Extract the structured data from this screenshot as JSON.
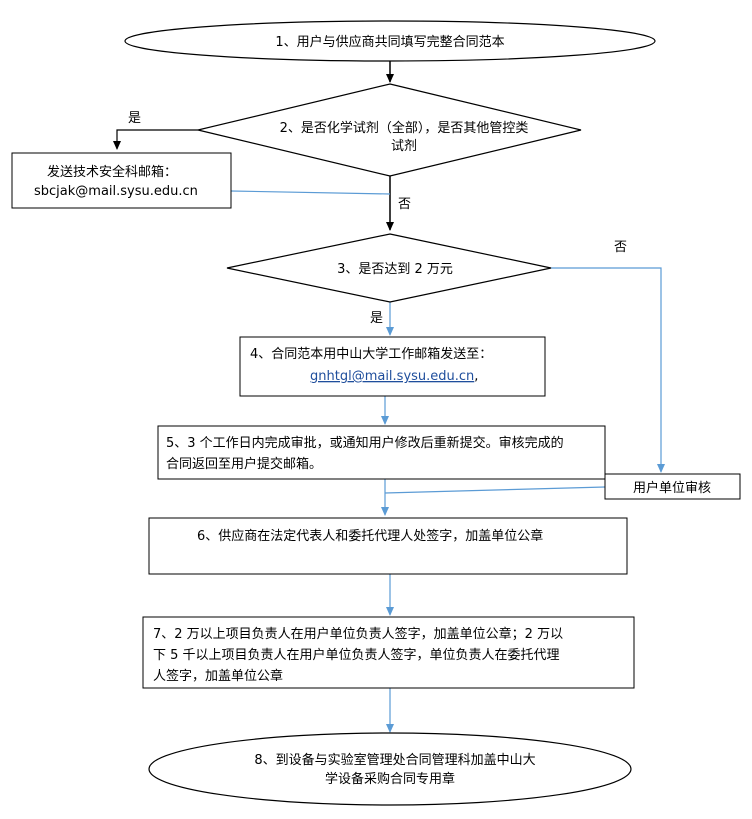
{
  "flow": {
    "step1": {
      "text": "1、用户与供应商共同填写完整合同范本"
    },
    "step2": {
      "line1": "2、是否化学试剂（全部），是否其他管控类",
      "line2": "试剂"
    },
    "branch_yes_1": "是",
    "tech_box": {
      "line1": "发送技术安全科邮箱：",
      "line2": "sbcjak@mail.sysu.edu.cn"
    },
    "branch_no_1": "否",
    "step3": {
      "text": "3、是否达到 2 万元"
    },
    "branch_no_2": "否",
    "branch_yes_2": "是",
    "step4": {
      "line1": "4、合同范本用中山大学工作邮箱发送至：",
      "email": "gnhtgl@mail.sysu.edu.cn",
      "suffix": ","
    },
    "step5": {
      "line1": "5、3 个工作日内完成审批，或通知用户修改后重新提交。审核完成的",
      "line2": "合同返回至用户提交邮箱。"
    },
    "unit_review": {
      "text": "用户单位审核"
    },
    "step6": {
      "text": "6、供应商在法定代表人和委托代理人处签字，加盖单位公章"
    },
    "step7": {
      "line1": "7、2 万以上项目负责人在用户单位负责人签字，加盖单位公章；2 万以",
      "line2": "下 5 千以上项目负责人在用户单位负责人签字，单位负责人在委托代理",
      "line3": "人签字，加盖单位公章"
    },
    "step8": {
      "line1": "8、到设备与实验室管理处合同管理科加盖中山大",
      "line2": "学设备采购合同专用章"
    }
  },
  "colors": {
    "stroke": "#000000",
    "connector": "#5b9bd5",
    "link": "#1f4e9c"
  }
}
